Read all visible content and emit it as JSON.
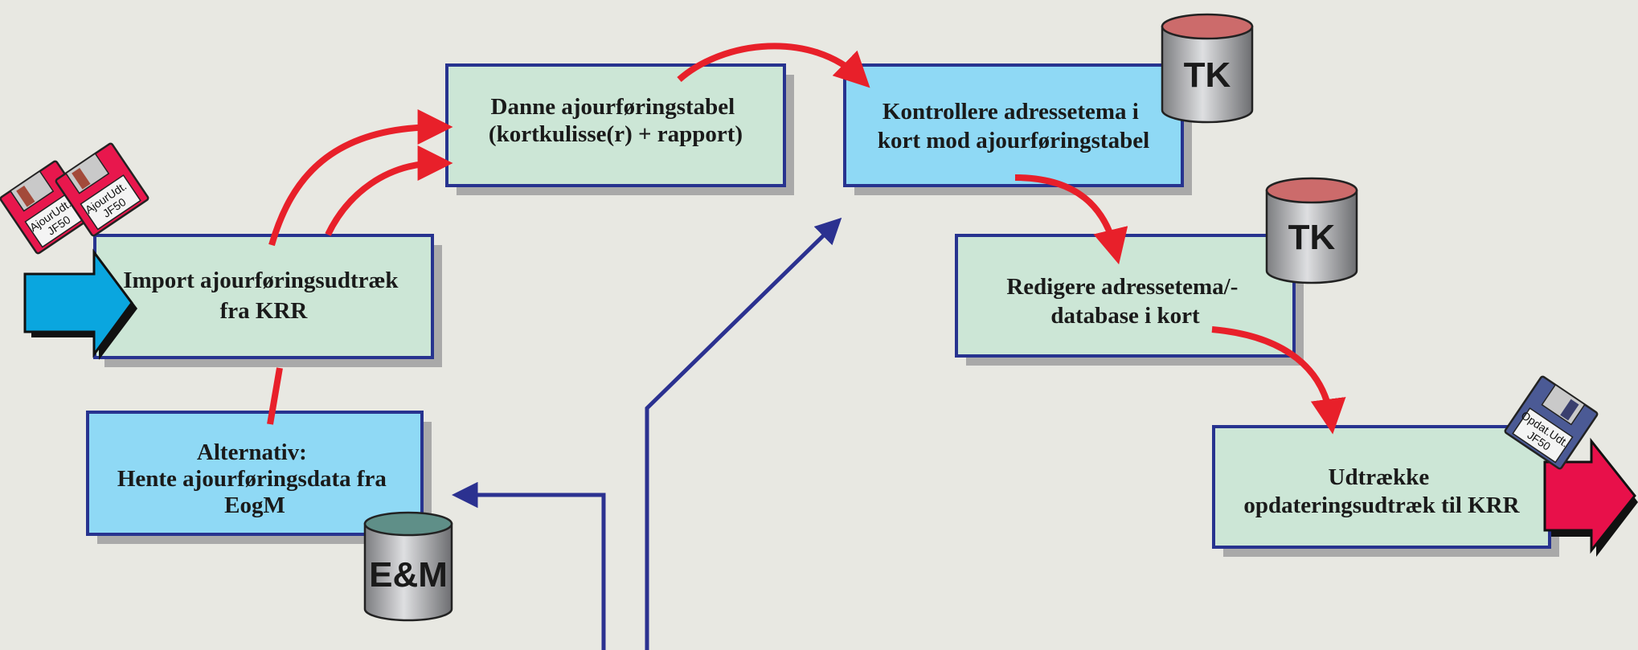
{
  "colors": {
    "background": "#e8e8e2",
    "box_green": "#cce6d6",
    "box_blue": "#8fd9f5",
    "box_border": "#27338f",
    "box_shadow": "#a9a9a9",
    "arrow_red": "#e8202a",
    "arrow_navy": "#2b3190",
    "arrow_cyan": "#0aa6df",
    "arrow_crimson": "#e8104a"
  },
  "boxes": {
    "danne": {
      "lines": [
        "Danne ajourføringstabel",
        "(kortkulisse(r) + rapport)"
      ]
    },
    "kontrollere": {
      "lines": [
        "Kontrollere adressetema i",
        "kort mod ajourføringstabel"
      ]
    },
    "import": {
      "lines": [
        "Import ajourføringsudtræk",
        "fra KRR"
      ]
    },
    "redigere": {
      "lines": [
        "Redigere adressetema/-",
        "database i kort"
      ]
    },
    "alternativ": {
      "lines": [
        "Alternativ:",
        "Hente ajourføringsdata fra",
        "EogM"
      ]
    },
    "udtraekke": {
      "lines": [
        "Udtrække",
        "opdateringsudtræk til KRR"
      ]
    }
  },
  "databases": {
    "tk_top": {
      "label": "TK",
      "icon": "database-cylinder-icon"
    },
    "tk_mid": {
      "label": "TK",
      "icon": "database-cylinder-icon"
    },
    "em": {
      "label": "E&M",
      "icon": "database-cylinder-icon"
    }
  },
  "disks": {
    "ajour_back": {
      "lines": [
        "AjourUdt.",
        "JF50"
      ],
      "icon": "floppy-disk-icon"
    },
    "ajour_front": {
      "lines": [
        "AjourUdt.",
        "JF50"
      ],
      "icon": "floppy-disk-icon"
    },
    "opdat": {
      "lines": [
        "Opdat.Udt.",
        "JF50"
      ],
      "icon": "floppy-disk-icon"
    }
  }
}
